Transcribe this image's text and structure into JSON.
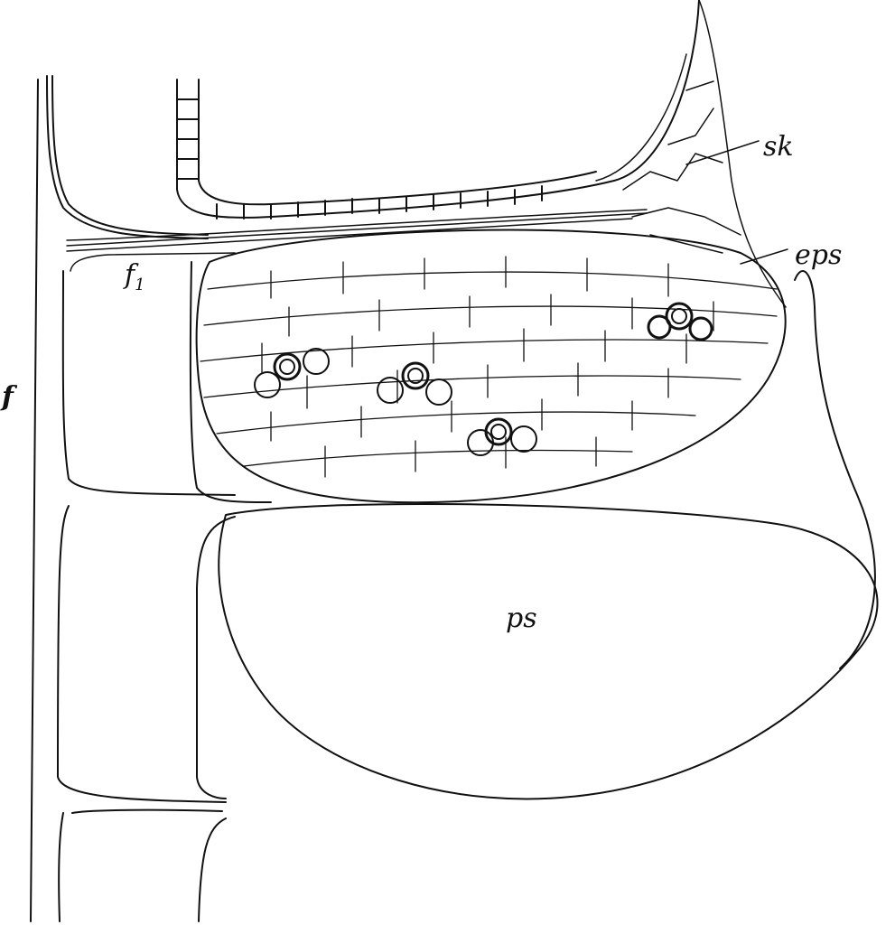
{
  "figure": {
    "type": "botanical line drawing (longitudinal section)",
    "labels": {
      "sk": "sk",
      "eps": "eps",
      "f1_main": "f",
      "f1_sub": "1",
      "f": "f",
      "ps": "ps"
    },
    "colors": {
      "ink": "#111111",
      "background": "#ffffff"
    }
  }
}
